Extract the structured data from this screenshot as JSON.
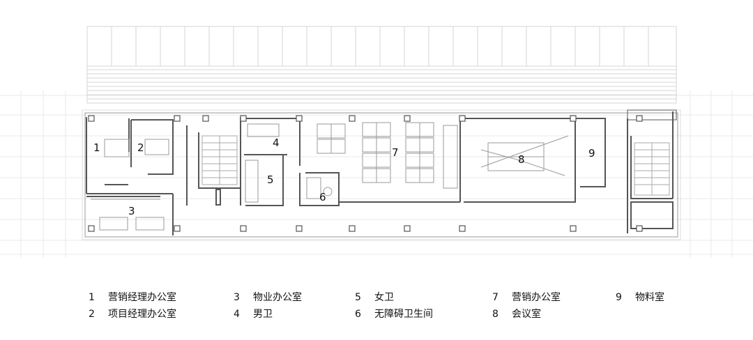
{
  "rooms": [
    {
      "num": "1",
      "name": "营销经理办公室"
    },
    {
      "num": "2",
      "name": "项目经理办公室"
    },
    {
      "num": "3",
      "name": "物业办公室"
    },
    {
      "num": "4",
      "name": "男卫"
    },
    {
      "num": "5",
      "name": "女卫"
    },
    {
      "num": "6",
      "name": "无障碍卫生间"
    },
    {
      "num": "7",
      "name": "营销办公室"
    },
    {
      "num": "8",
      "name": "会议室"
    },
    {
      "num": "9",
      "name": "物料室"
    }
  ],
  "colors": {
    "wall": "#555555",
    "grid": "#e6e6e6",
    "thin": "#bdbdbd",
    "text": "#111111"
  }
}
